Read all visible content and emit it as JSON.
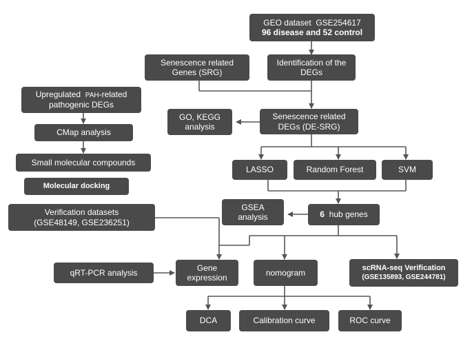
{
  "nodes": {
    "geo": {
      "line1_a": "GEO dataset",
      "line1_b": "GSE254617",
      "line2": "96 disease and 52 control"
    },
    "srg": {
      "line1": "Senescence related",
      "line2": "Genes (SRG)"
    },
    "degs": {
      "line1": "Identification of the",
      "line2": "DEGs"
    },
    "go_kegg": {
      "line1": "GO, KEGG",
      "line2": "analysis"
    },
    "de_srg": {
      "line1": "Senescence related",
      "line2": "DEGs (DE-SRG)"
    },
    "lasso": {
      "label": "LASSO"
    },
    "rf": {
      "label": "Random Forest"
    },
    "svm": {
      "label": "SVM"
    },
    "hub": {
      "count": "6",
      "label": "hub genes"
    },
    "gsea": {
      "line1": "GSEA",
      "line2": "analysis"
    },
    "upreg": {
      "line1_a": "Upregulated",
      "line1_b": "PAH",
      "line1_c": "-related",
      "line2": "pathogenic DEGs"
    },
    "cmap": {
      "label": "CMap analysis"
    },
    "small_mol": {
      "label": "Small molecular compounds"
    },
    "docking": {
      "label": "Molecular docking"
    },
    "verif": {
      "line1": "Verification datasets",
      "line2": "(GSE48149,   GSE236251)"
    },
    "qrtpcr": {
      "label": "qRT-PCR analysis"
    },
    "gene_expr": {
      "line1": "Gene",
      "line2": "expression"
    },
    "nomogram": {
      "label": "nomogram"
    },
    "scrna": {
      "line1": "scRNA-seq Verification",
      "line2": "(GSE135893,   GSE244781)"
    },
    "dca": {
      "label": "DCA"
    },
    "calib": {
      "label": "Calibration curve"
    },
    "roc": {
      "label": "ROC curve"
    }
  },
  "colors": {
    "box": "#4a4a4a",
    "text": "#ffffff",
    "line": "#555555"
  }
}
